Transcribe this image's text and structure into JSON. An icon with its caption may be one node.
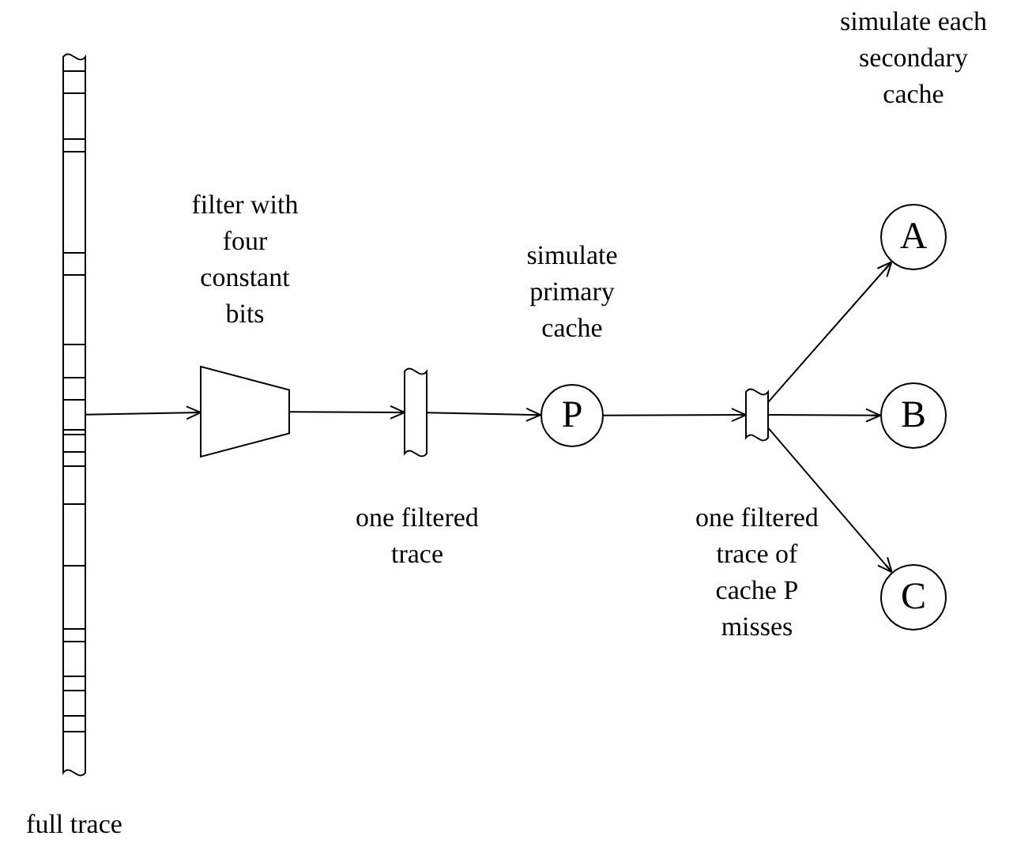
{
  "diagram": {
    "nodes": [
      {
        "text": [],
        "shape": "bar",
        "beside": [
          "full trace"
        ]
      },
      {
        "text": [],
        "shape": "trapezoid",
        "beside": [
          "filter with four constant bits"
        ]
      },
      {
        "text": [],
        "shape": "bar",
        "beside": [
          "one filtered trace"
        ]
      },
      {
        "text": [
          "P"
        ],
        "beside": [
          "simulate primary cache"
        ]
      },
      {
        "text": [],
        "shape": "bar",
        "beside": [
          "one filtered trace of cache P misses"
        ]
      },
      {
        "text": [
          "A"
        ]
      },
      {
        "text": [
          "B"
        ]
      },
      {
        "text": [
          "C"
        ]
      }
    ],
    "edges": [
      {
        "from": 0,
        "to": 1,
        "arrow": "to"
      },
      {
        "from": 1,
        "to": 2,
        "arrow": "to"
      },
      {
        "from": 2,
        "to": 3,
        "arrow": "to"
      },
      {
        "from": 3,
        "to": 4,
        "arrow": "to"
      },
      {
        "from": 4,
        "to": 5,
        "arrow": "to"
      },
      {
        "from": 4,
        "to": 6,
        "arrow": "to"
      },
      {
        "from": 4,
        "to": 7,
        "arrow": "to"
      }
    ],
    "labels": [
      "simulate each secondary cache"
    ]
  }
}
